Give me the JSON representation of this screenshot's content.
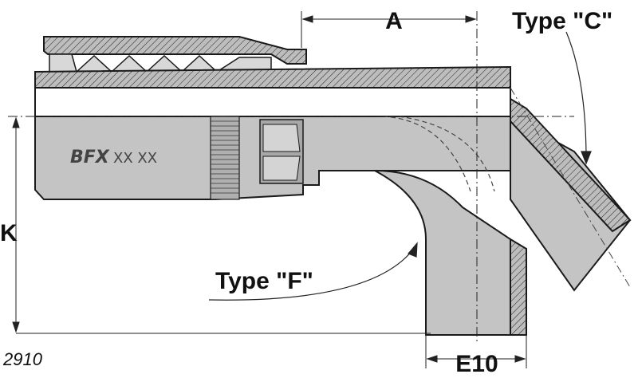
{
  "labels": {
    "dim_a": "A",
    "dim_k": "K",
    "dim_e10": "E10",
    "type_c": "Type \"C\"",
    "type_f": "Type \"F\""
  },
  "body_marking": {
    "logo": "BFX",
    "code": "XX XX"
  },
  "reference_number": "2910",
  "colors": {
    "metal": "#c4c4c4",
    "metal_dark": "#a8a8a8",
    "outline": "#1a1a1a"
  }
}
